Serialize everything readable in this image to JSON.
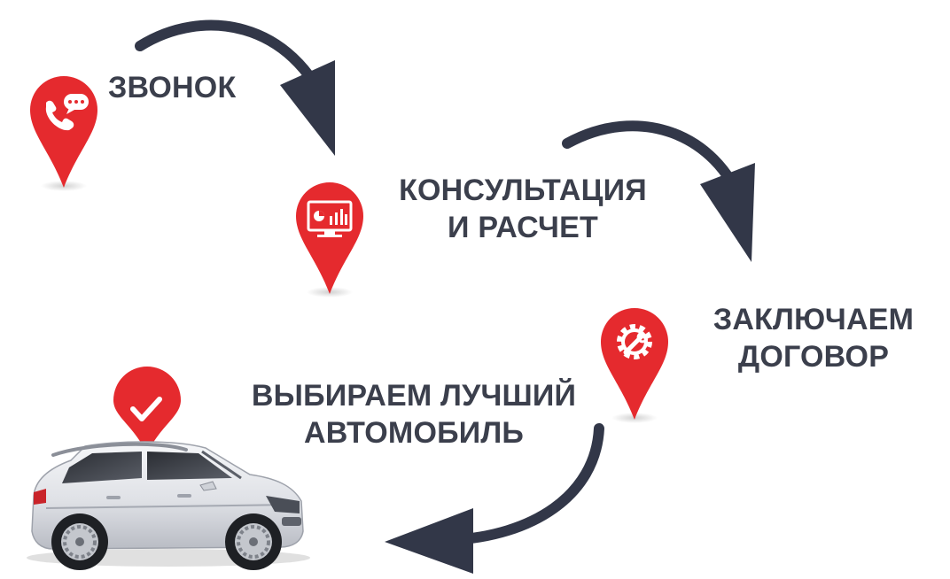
{
  "steps": [
    {
      "lines": [
        "ЗВОНОК"
      ],
      "icon": "phone-chat-icon"
    },
    {
      "lines": [
        "КОНСУЛЬТАЦИЯ",
        "И РАСЧЕТ"
      ],
      "icon": "monitor-chart-icon"
    },
    {
      "lines": [
        "ЗАКЛЮЧАЕМ",
        "ДОГОВОР"
      ],
      "icon": "gear-wrench-icon"
    },
    {
      "lines": [
        "ВЫБИРАЕМ ЛУЧШИЙ",
        "АВТОМОБИЛЬ"
      ],
      "icon": "checkmark-icon"
    }
  ],
  "colors": {
    "pin": "#e52a2e",
    "arrow": "#323748",
    "text": "#3b3f4c",
    "car_body": "#e9eaee"
  },
  "image": "white-suv-car"
}
